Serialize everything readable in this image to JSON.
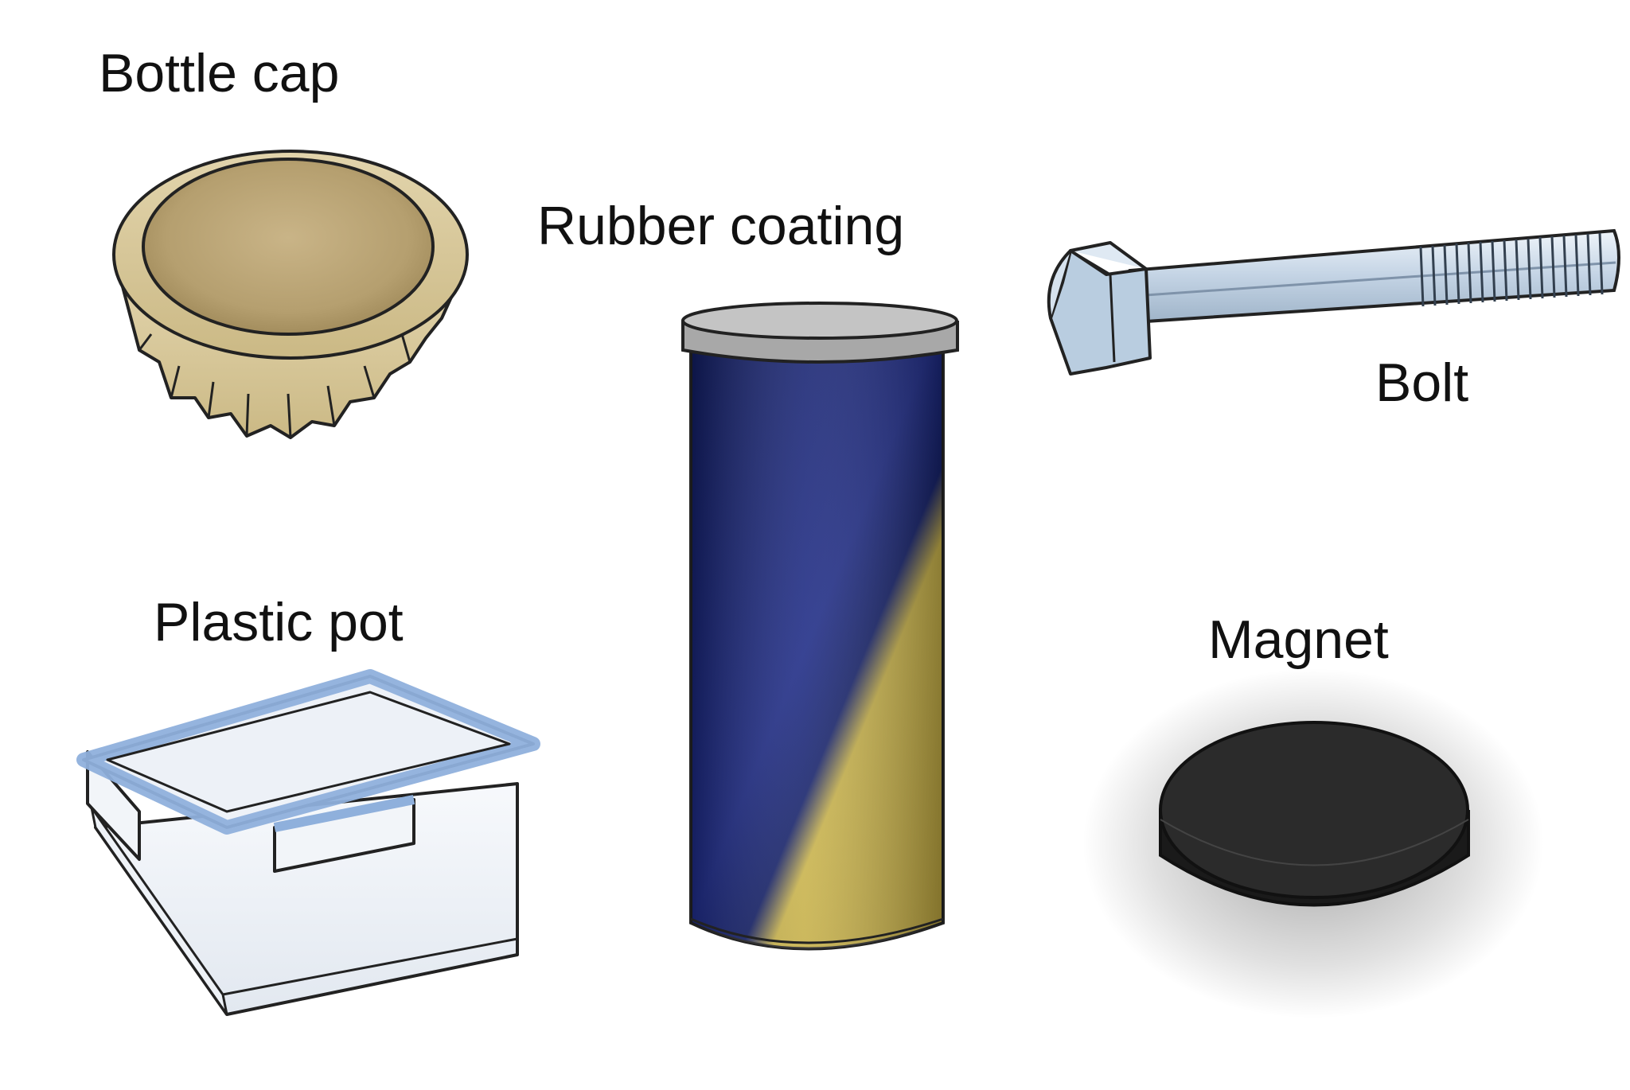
{
  "labels": {
    "bottle_cap": "Bottle cap",
    "rubber_coating": "Rubber coating",
    "bolt": "Bolt",
    "plastic_pot": "Plastic pot",
    "magnet": "Magnet"
  },
  "colors": {
    "cap_gold": "#d8c89c",
    "cap_inner": "#b59f6f",
    "can_blue": "#16236e",
    "can_yellow": "#c9b34a",
    "lid_grey": "#b9b9b9",
    "bolt_steel": "#c9d8e6",
    "pot_seal_blue": "#8fb0dc",
    "magnet_black": "#1b1b1b",
    "outline": "#222222"
  }
}
